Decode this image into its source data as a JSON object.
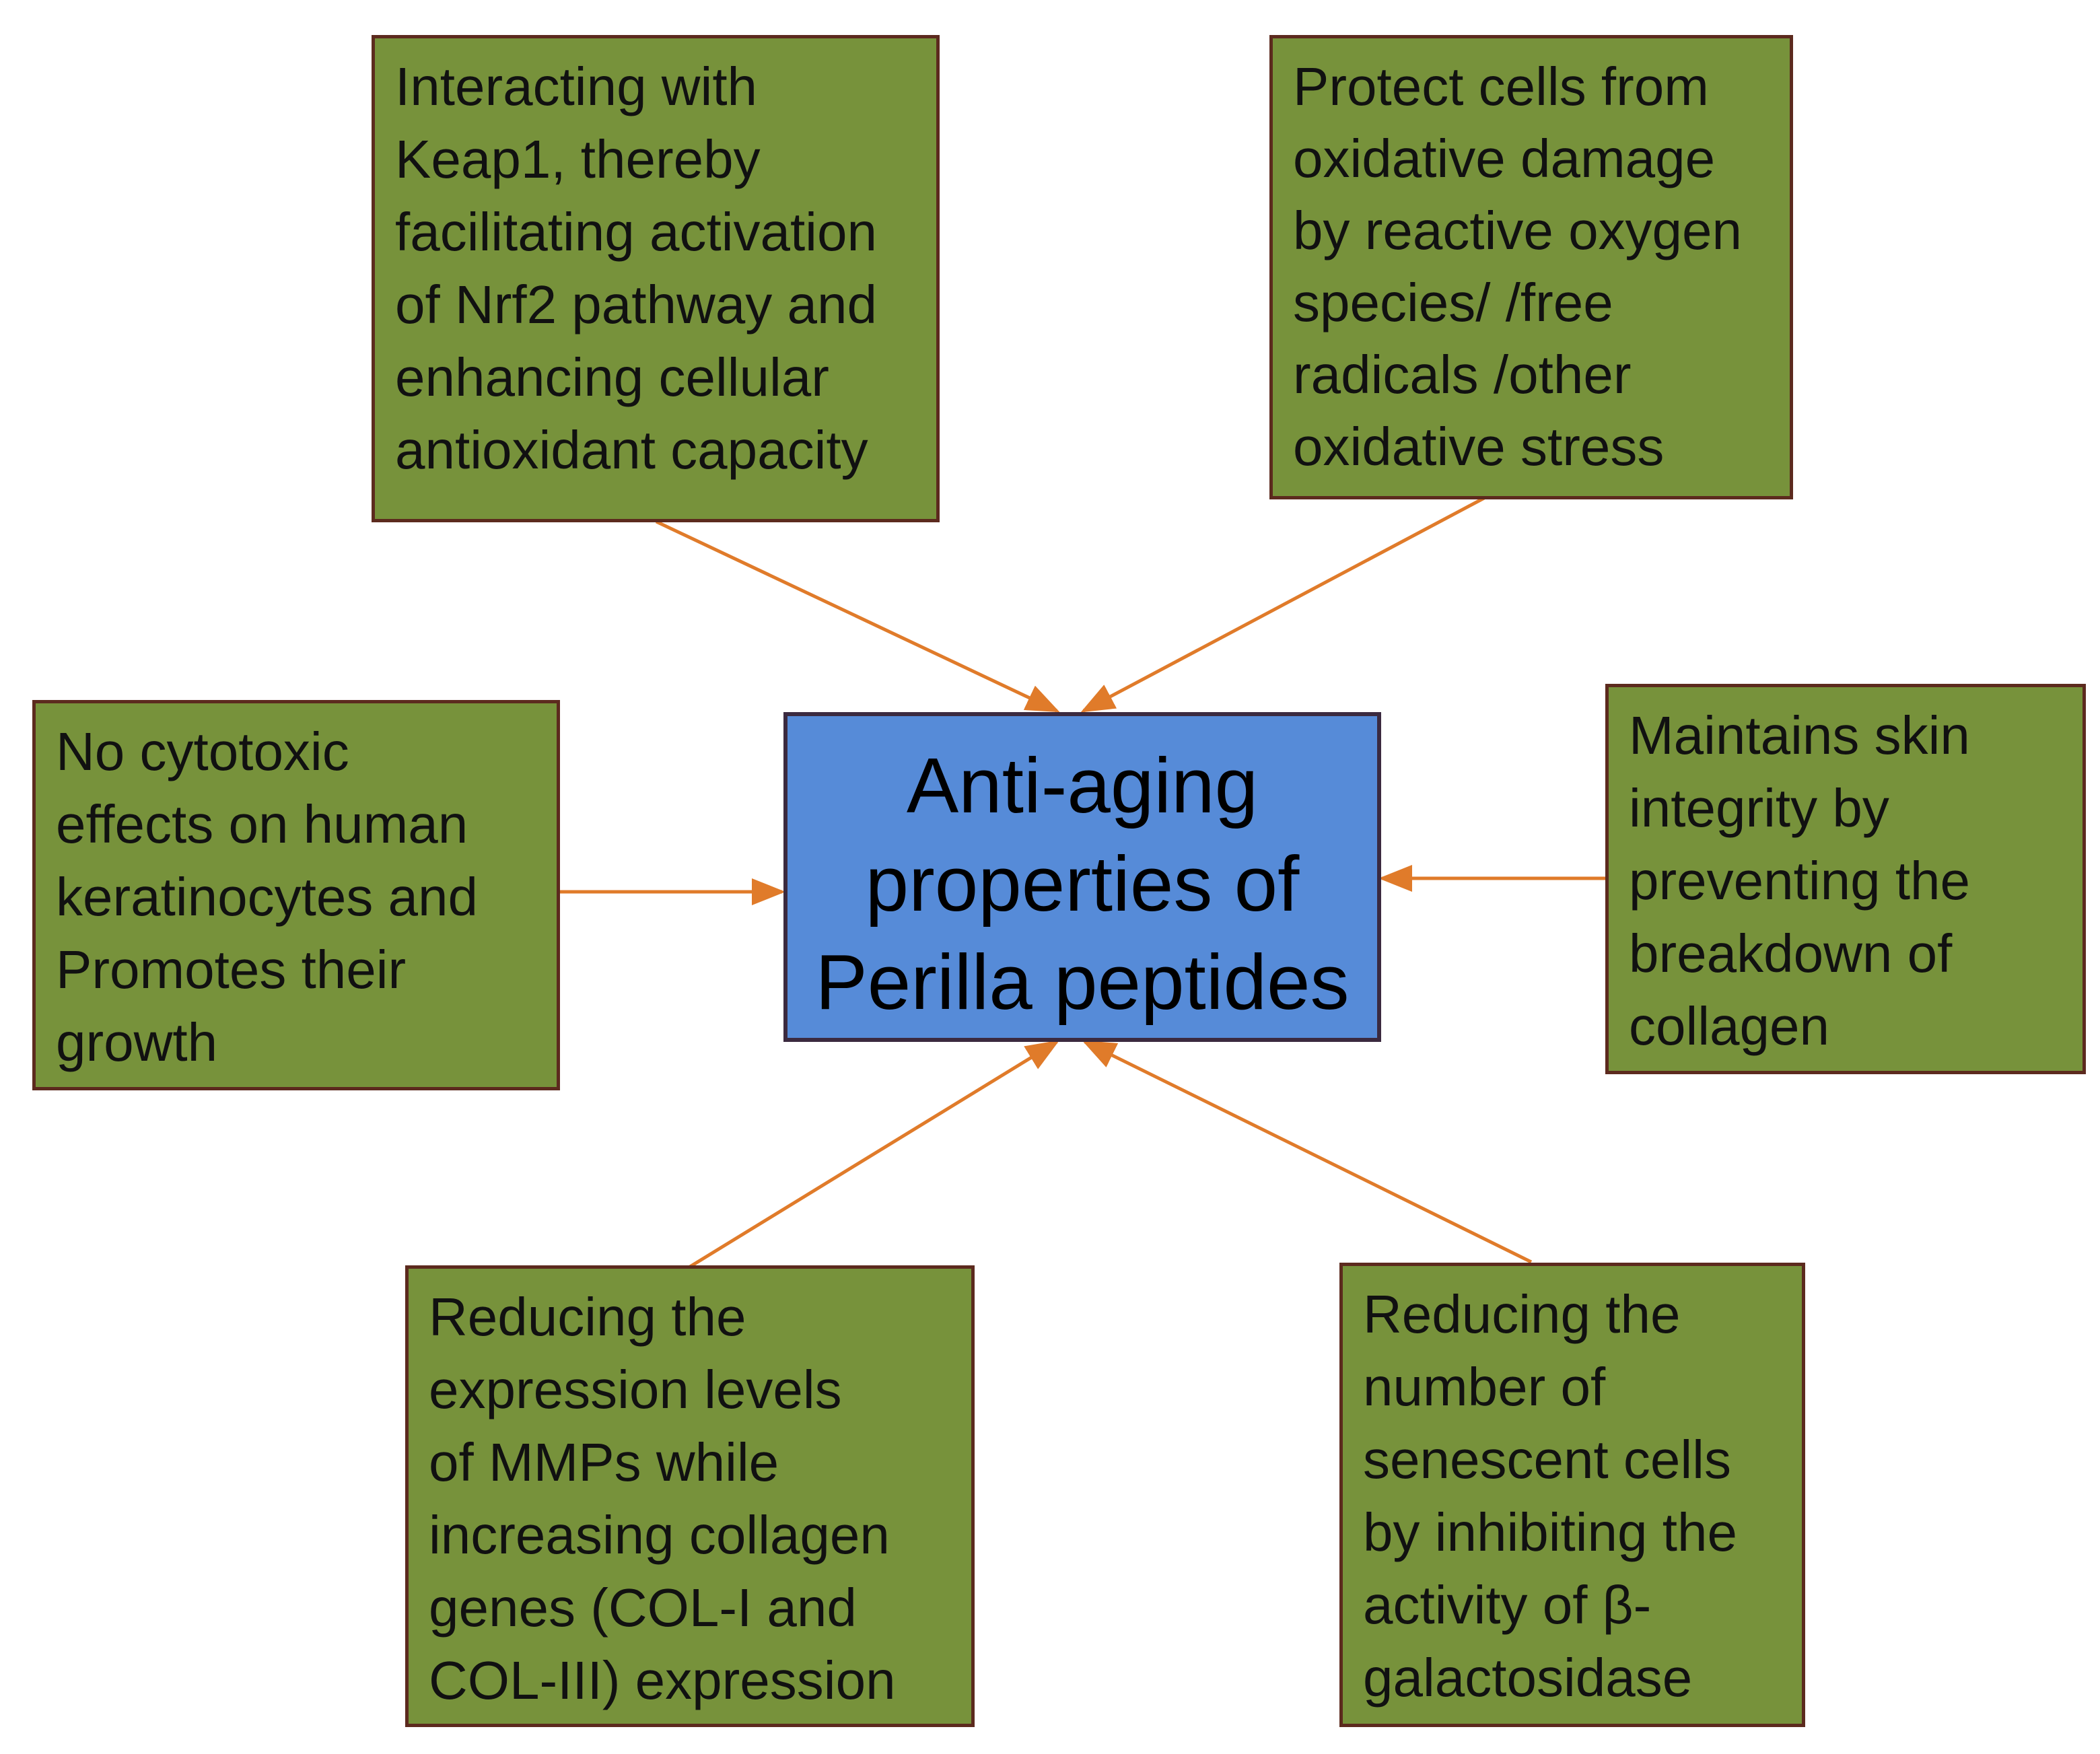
{
  "colors": {
    "box_fill": "#77923b",
    "center_fill": "#568bd8",
    "arrow": "#e07b2a"
  },
  "center": {
    "lines": [
      "Anti-aging",
      "properties of",
      "Perilla peptides"
    ]
  },
  "boxes": {
    "top_left": {
      "lines": [
        "Interacting with",
        "Keap1, thereby",
        "facilitating activation",
        "of Nrf2 pathway and",
        "enhancing cellular",
        "antioxidant capacity"
      ]
    },
    "top_right": {
      "lines": [
        "Protect cells from",
        "oxidative damage",
        "by reactive oxygen",
        "species/ /free",
        "radicals /other",
        "oxidative stress"
      ]
    },
    "middle_left": {
      "lines": [
        "No cytotoxic",
        "effects on human",
        "keratinocytes and",
        "Promotes their",
        "growth"
      ]
    },
    "middle_right": {
      "lines": [
        "Maintains skin",
        "integrity by",
        "preventing the",
        "breakdown of",
        "collagen"
      ]
    },
    "bottom_left": {
      "lines": [
        "Reducing the",
        "expression levels",
        "of MMPs while",
        "increasing collagen",
        "genes (COL-I and",
        "COL-III) expression"
      ]
    },
    "bottom_right": {
      "lines": [
        "Reducing the",
        "number of",
        "senescent cells",
        "by inhibiting the",
        "activity of β-",
        "galactosidase"
      ]
    }
  }
}
